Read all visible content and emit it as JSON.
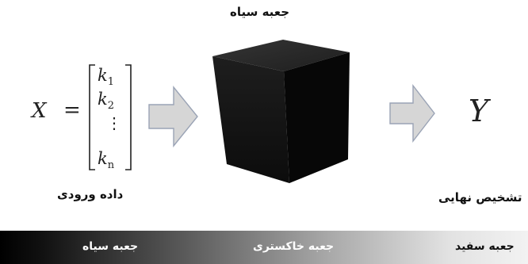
{
  "title": "جعبه سیاه",
  "input": {
    "label": "داده ورودی",
    "vector_name": "X",
    "equals": "=",
    "elements": [
      {
        "base": "k",
        "sub": "1"
      },
      {
        "base": "k",
        "sub": "2"
      },
      {
        "base": "⋮",
        "sub": ""
      },
      {
        "base": "k",
        "sub": "n"
      }
    ]
  },
  "output": {
    "symbol": "Y",
    "label": "تشخیص نهایی"
  },
  "spectrum": {
    "black": "جعبه سیاه",
    "gray": "جعبه خاکستری",
    "white": "جعبه سفید"
  },
  "colors": {
    "arrow_fill": "#d6d6d6",
    "arrow_stroke": "#9aa3b5",
    "cube_front": "#141414",
    "cube_top": "#2b2b2b",
    "cube_side": "#060606"
  }
}
